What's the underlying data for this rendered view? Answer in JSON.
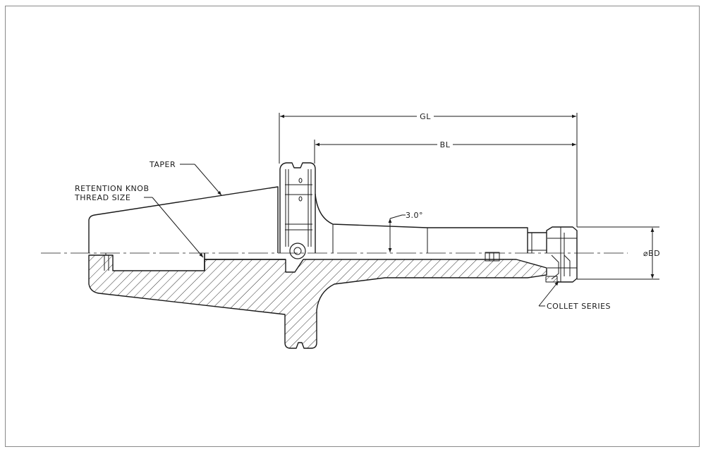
{
  "labels": {
    "gl": "GL",
    "bl": "BL",
    "taper": "TAPER",
    "retention_line1": "RETENTION KNOB",
    "retention_line2": "THREAD SIZE",
    "angle": "3.0°",
    "bd": "⌀BD",
    "collet": "COLLET SERIES"
  },
  "colors": {
    "line": "#1a1a1a",
    "frame": "#8a8a8a",
    "background": "#ffffff"
  }
}
